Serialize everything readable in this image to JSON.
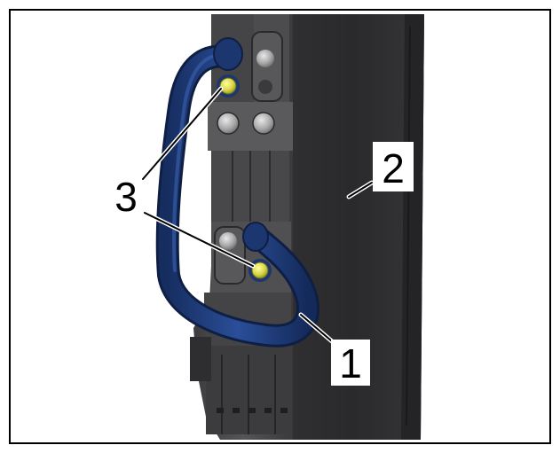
{
  "figure": {
    "callouts": [
      {
        "id": "1",
        "label": "1"
      },
      {
        "id": "2",
        "label": "2"
      },
      {
        "id": "3",
        "label": "3"
      }
    ]
  },
  "colors": {
    "frame": "#000000",
    "housing_dark": "#2e2e30",
    "housing_mid": "#3a3a3c",
    "rail_grey": "#4a4a4c",
    "handle_blue": "#1d3a78",
    "screw_yellow": "#d8d84a",
    "bolt_grey": "#b8b8b8",
    "leader_white": "#ffffff",
    "leader_black": "#000000"
  }
}
